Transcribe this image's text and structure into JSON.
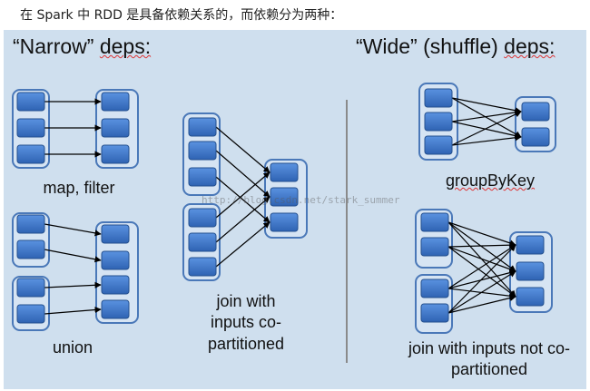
{
  "caption": "在 Spark 中 RDD 是具备依赖关系的，而依赖分为两种：",
  "narrow": {
    "title_pre": "“Narrow” ",
    "title_deps": "deps:",
    "map_label": "map, filter",
    "union_label": "union",
    "join_label": "join with inputs co-partitioned"
  },
  "wide": {
    "title_pre": "“Wide” (shuffle) ",
    "title_deps": "deps:",
    "groupby_label": "groupByKey",
    "join_label": "join with inputs not co-partitioned"
  },
  "watermark": "http://blog.csdn.net/stark_summer",
  "colors": {
    "background": "#cfdfee",
    "container_fill": "#d6e4f3",
    "container_border": "#4a78b8",
    "partition_fill": "#3b74c9",
    "partition_border": "#24508f",
    "arrow": "#000000"
  }
}
